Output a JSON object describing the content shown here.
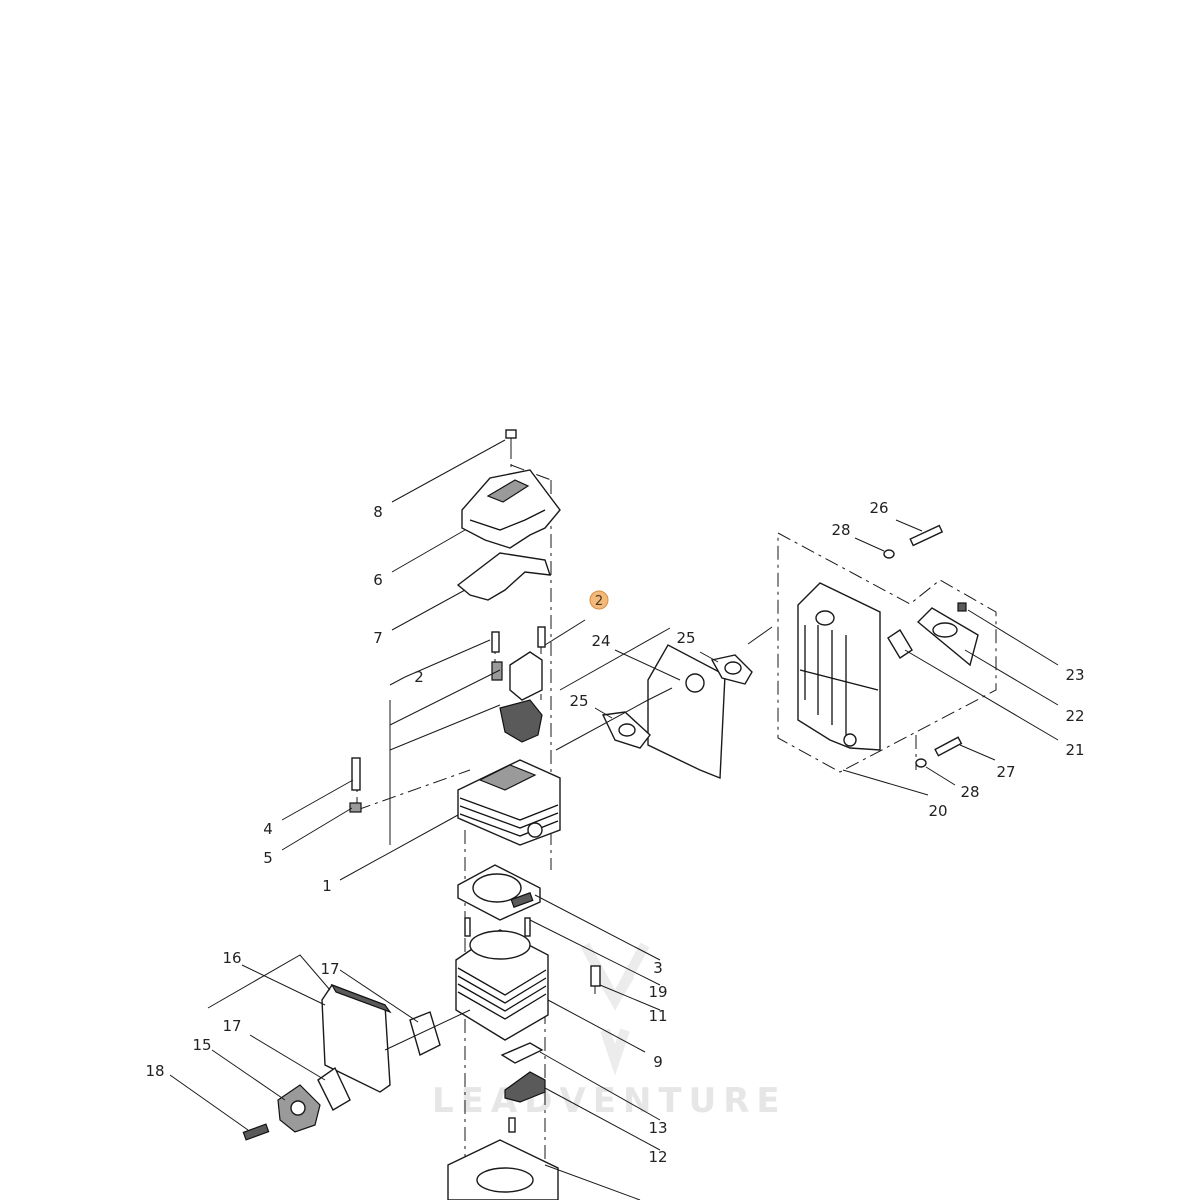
{
  "diagram": {
    "watermark": "LEADVENTURE",
    "highlight_callout": "2",
    "accent_color": "#f2b97a",
    "labels": {
      "p1": "1",
      "p2": "2",
      "p3": "3",
      "p4": "4",
      "p5": "5",
      "p6": "6",
      "p7": "7",
      "p8": "8",
      "p9": "9",
      "p11": "11",
      "p12": "12",
      "p13": "13",
      "p15": "15",
      "p16": "16",
      "p17a": "17",
      "p17b": "17",
      "p18": "18",
      "p19": "19",
      "p20": "20",
      "p21": "21",
      "p22": "22",
      "p23": "23",
      "p24": "24",
      "p25a": "25",
      "p25b": "25",
      "p26": "26",
      "p27": "27",
      "p28a": "28",
      "p28b": "28"
    }
  }
}
